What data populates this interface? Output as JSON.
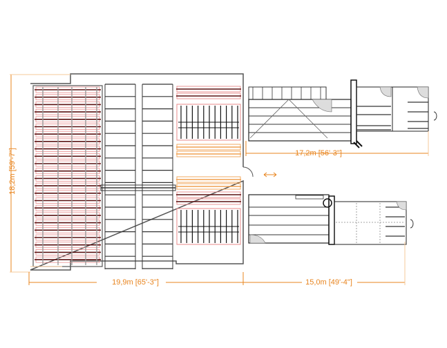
{
  "drawing": {
    "type": "floor-plan layout",
    "colors": {
      "dimension": "#e8841e",
      "dimension_light": "#f6c99a",
      "outline": "#555555",
      "rack_red": "#e88a8a",
      "rack_dark": "#5a1010",
      "rack_orange": "#f0a050",
      "line": "#222222"
    },
    "dimensions": {
      "height": "18,2m [59'-7\"]",
      "width_storage": "19,9m [65'-3\"]",
      "width_lower_line": "15,0m [49'-4\"]",
      "width_upper_line": "17,2m [56'-3\"]"
    },
    "zones": [
      {
        "name": "storage-racks-left",
        "rows": 24
      },
      {
        "name": "transfer-lanes",
        "lanes": 2
      },
      {
        "name": "picking-area-upper"
      },
      {
        "name": "picking-area-lower"
      },
      {
        "name": "processing-line-upper"
      },
      {
        "name": "processing-line-lower"
      }
    ]
  }
}
